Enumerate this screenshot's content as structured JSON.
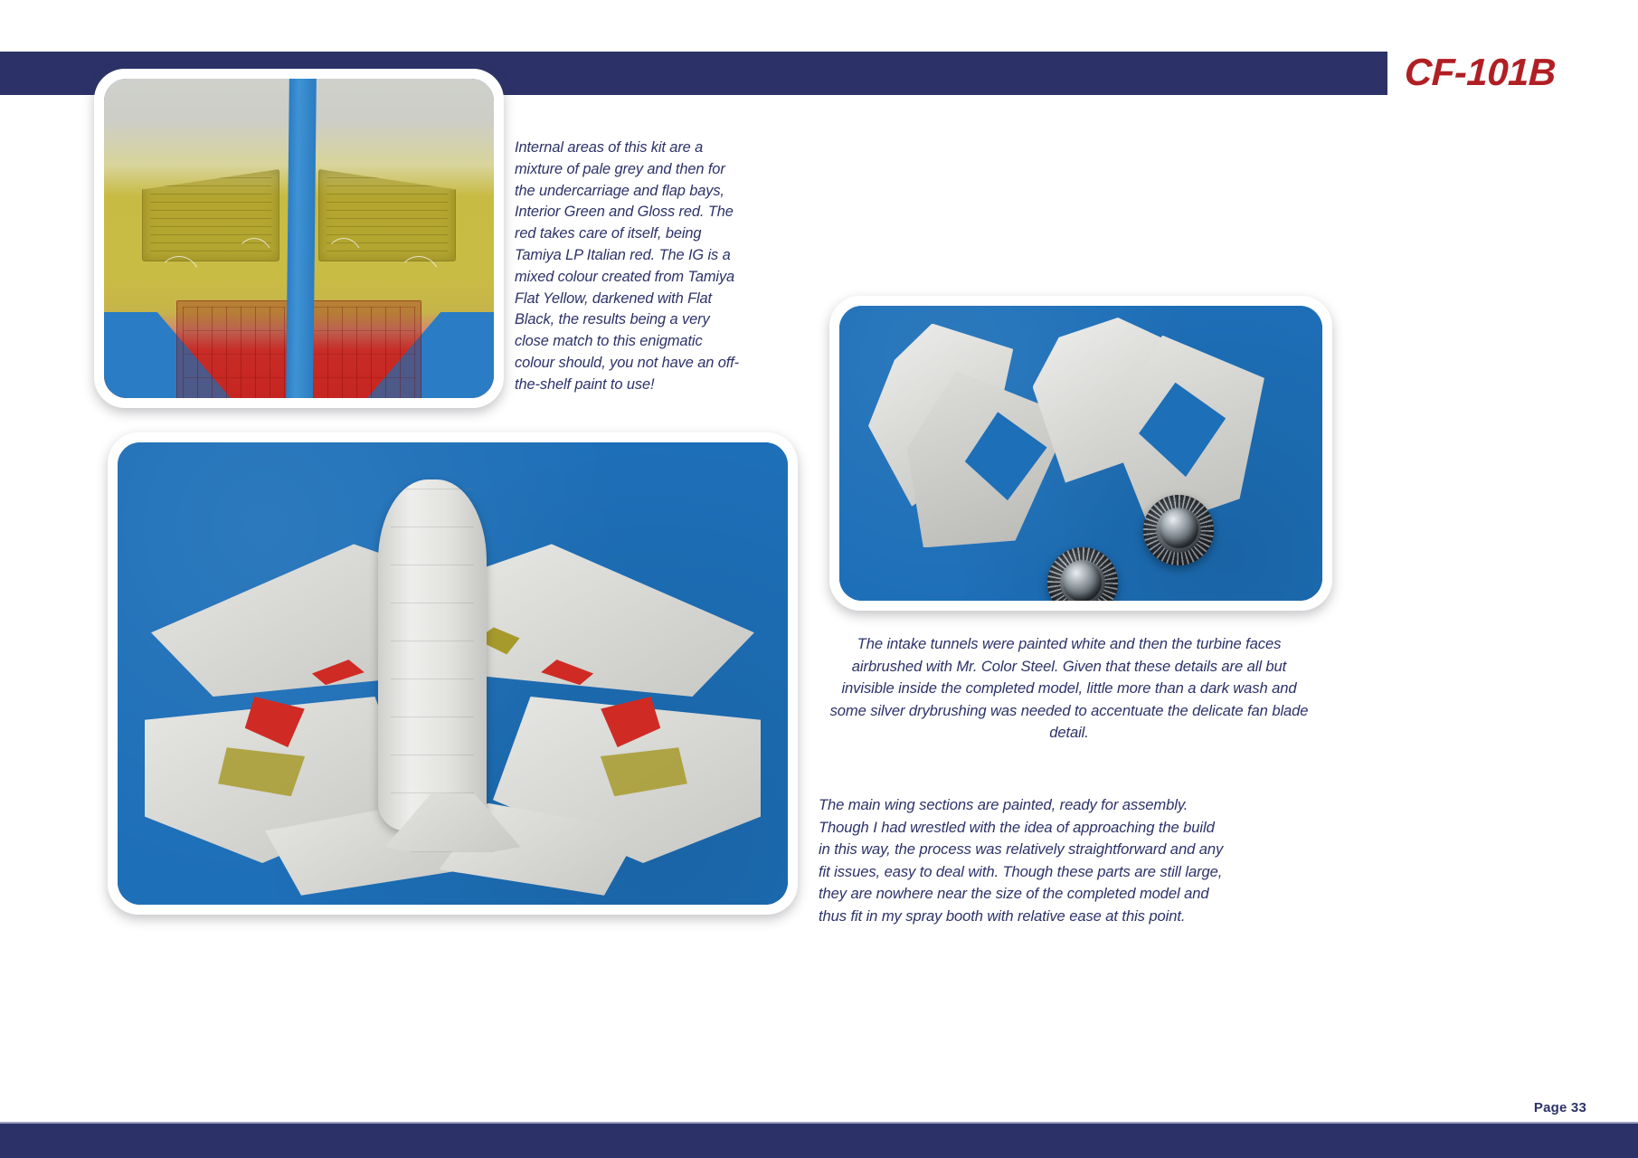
{
  "header": {
    "title": "CF-101B",
    "accent_navy": "#2c3268",
    "accent_red": "#b01f24"
  },
  "footer": {
    "page_label": "Page 33"
  },
  "photos": [
    {
      "name": "wing-underside-masked",
      "alt": "Underside of model wing masked with blue tape, sprayed pale grey, interior green (yellow) and gloss red bays"
    },
    {
      "name": "wing-sections-painted",
      "alt": "Painted main wing sections and fuselage laid out on a blue background"
    },
    {
      "name": "intake-tunnels-and-turbines",
      "alt": "White intake tunnel parts and two steel-finished turbine faces on a blue background"
    }
  ],
  "captions": {
    "internal_areas": "Internal areas of this kit are a mixture of pale grey and then for the undercarriage and flap bays, Interior Green and Gloss red. The red takes care of itself, being Tamiya LP Italian red. The IG is a mixed colour created from Tamiya Flat Yellow, darkened with Flat Black, the results being a very close match to this enigmatic colour should, you not have an off-the-shelf paint to use!",
    "intake_tunnels": "The intake tunnels were painted white and then the turbine faces airbrushed with Mr. Color Steel. Given that these details are all but invisible inside the completed model, little more than a dark wash and some silver drybrushing was needed to accentuate the delicate fan blade detail.",
    "main_wing": "The main wing sections are painted, ready for assembly. Though I had wrestled with the idea of approaching the build in this way, the process was relatively straightforward and any fit issues, easy to deal with. Though these parts are still large, they are nowhere near the size of the completed model and thus fit in my spray booth with relative ease at this point."
  }
}
